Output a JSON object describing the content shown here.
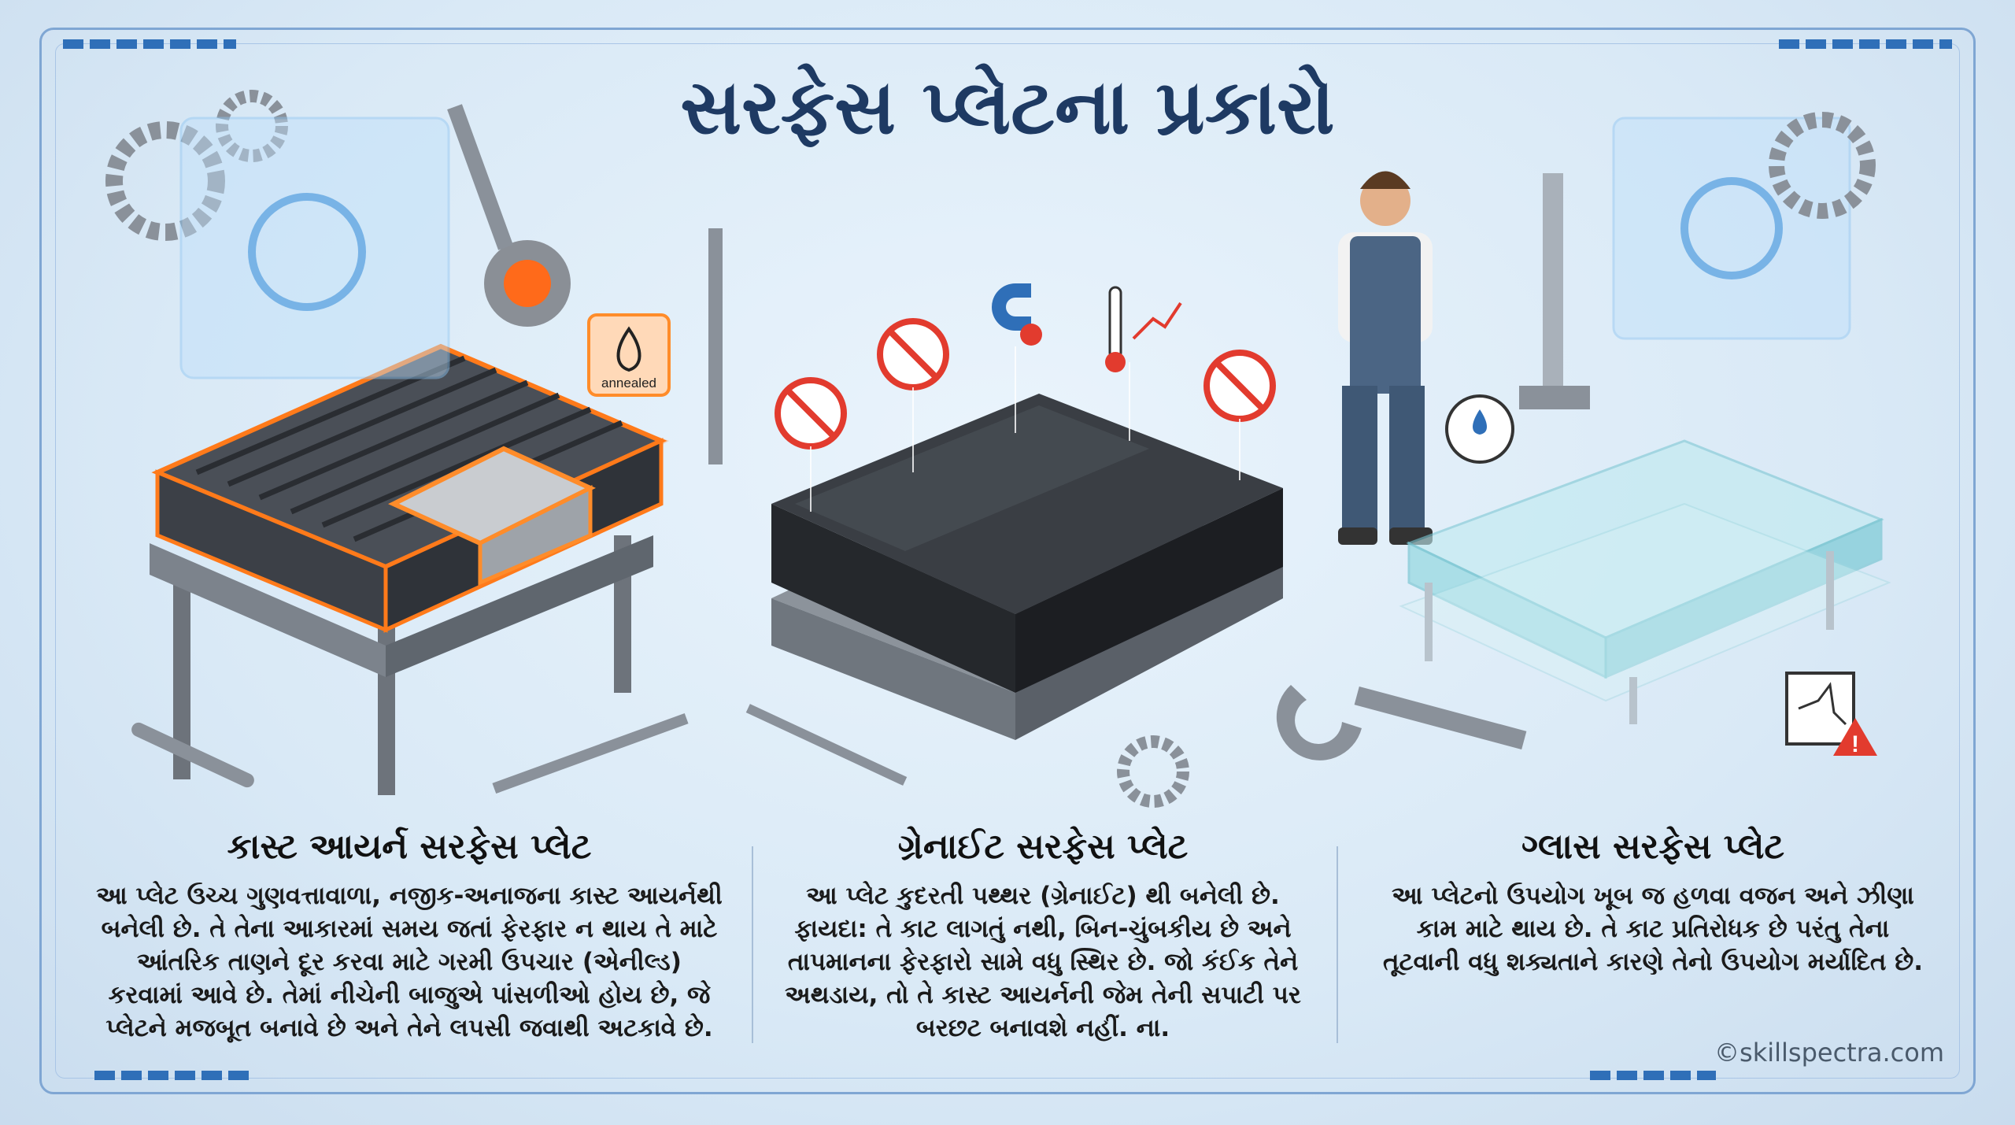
{
  "title": "સરફેસ પ્લેટના પ્રકારો",
  "badge": "annealed",
  "sections": [
    {
      "heading": "કાસ્ટ આયર્ન સરફેસ પ્લેટ",
      "lines": [
        "આ પ્લેટ ઉચ્ચ ગુણવત્તાવાળા, નજીક-અનાજના કાસ્ટ આયર્નથી",
        "બનેલી છે. તે તેના આકારમાં સમય જતાં ફેરફાર ન થાય તે માટે",
        "આંતરિક તાણને દૂર કરવા માટે ગરમી ઉપચાર (એનીલ્ડ)",
        "કરવામાં આવે છે. તેમાં નીચેની બાજુએ પાંસળીઓ હોય છે, જે",
        "પ્લેટને મજબૂત બનાવે છે અને તેને લપસી જવાથી અટકાવે છે."
      ]
    },
    {
      "heading": "ગ્રેનાઈટ સરફેસ પ્લેટ",
      "lines": [
        "આ પ્લેટ કુદરતી પથ્થર (ગ્રેનાઈટ) થી બનેલી છે.",
        "ફાયદા: તે કાટ લાગતું નથી, બિન-ચુંબકીય છે અને",
        "તાપમાનના ફેરફારો સામે વધુ સ્થિર છે. જો કંઈક તેને",
        "અથડાય, તો તે કાસ્ટ આયર્નની જેમ તેની સપાટી પર",
        "બરછટ બનાવશે નહીં. ના."
      ]
    },
    {
      "heading": "ગ્લાસ સરફેસ પ્લેટ",
      "lines": [
        "આ પ્લેટનો ઉપયોગ ખૂબ જ હળવા વજન અને ઝીણા",
        "કામ માટે થાય છે. તે કાટ પ્રતિરોધક છે પરંતુ તેના",
        "તૂટવાની વધુ શક્યતાને કારણે તેનો ઉપયોગ મર્યાદિત છે."
      ]
    }
  ],
  "watermark": "©skillspectra.com",
  "colors": {
    "title": "#1e3a63",
    "accent": "#2f6fb8",
    "glow": "#ff7a1a",
    "warning": "#e23b2e"
  }
}
